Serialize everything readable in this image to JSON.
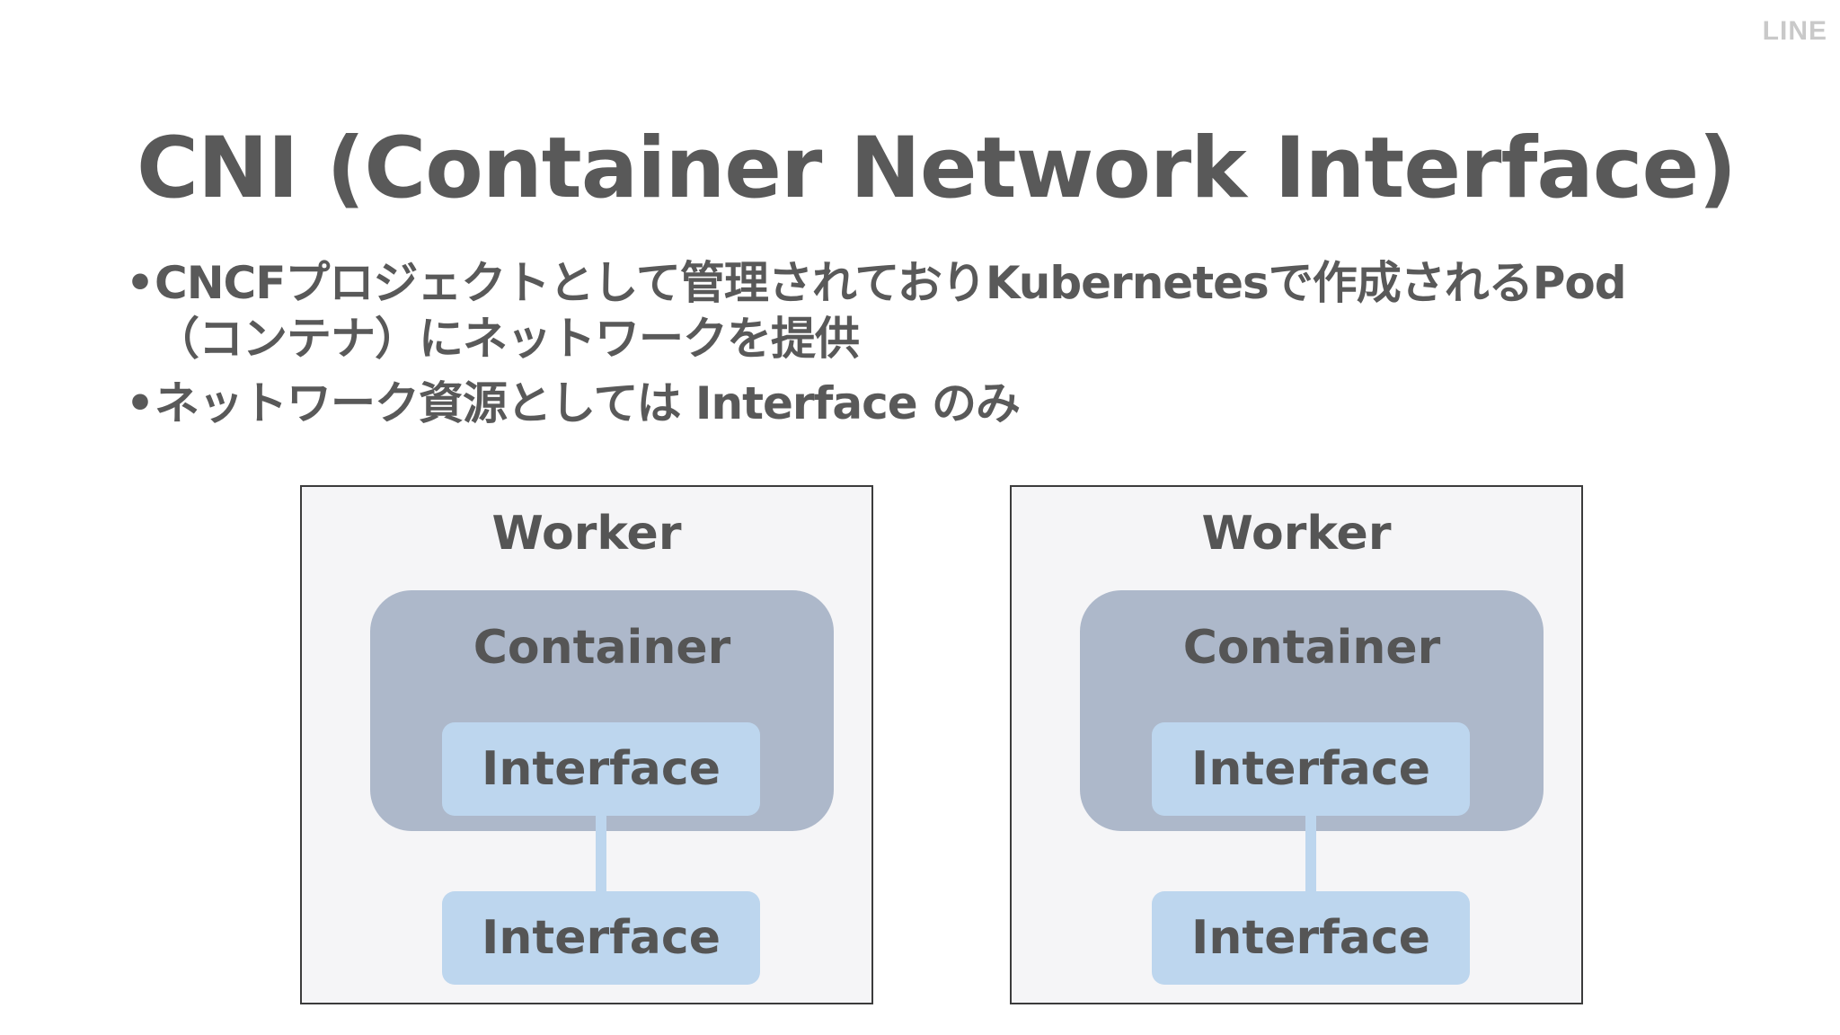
{
  "brand": {
    "logo_text": "LINE"
  },
  "slide": {
    "title": "CNI (Container Network Interface)",
    "bullets": [
      {
        "marker": "•",
        "lines": [
          "CNCFプロジェクトとして管理されておりKubernetesで作成されるPod",
          "（コンテナ）にネットワークを提供"
        ]
      },
      {
        "marker": "•",
        "lines": [
          "ネットワーク資源としては Interface のみ"
        ]
      }
    ]
  },
  "diagram": {
    "workers": [
      {
        "label": "Worker",
        "container_label": "Container",
        "inner_interface": "Interface",
        "outer_interface": "Interface"
      },
      {
        "label": "Worker",
        "container_label": "Container",
        "inner_interface": "Interface",
        "outer_interface": "Interface"
      }
    ],
    "colors": {
      "worker_fill": "#f5f5f7",
      "worker_border": "#3c3c3c",
      "container_fill": "#adb8ca",
      "interface_fill": "#bdd6ee",
      "text": "#555555"
    }
  }
}
